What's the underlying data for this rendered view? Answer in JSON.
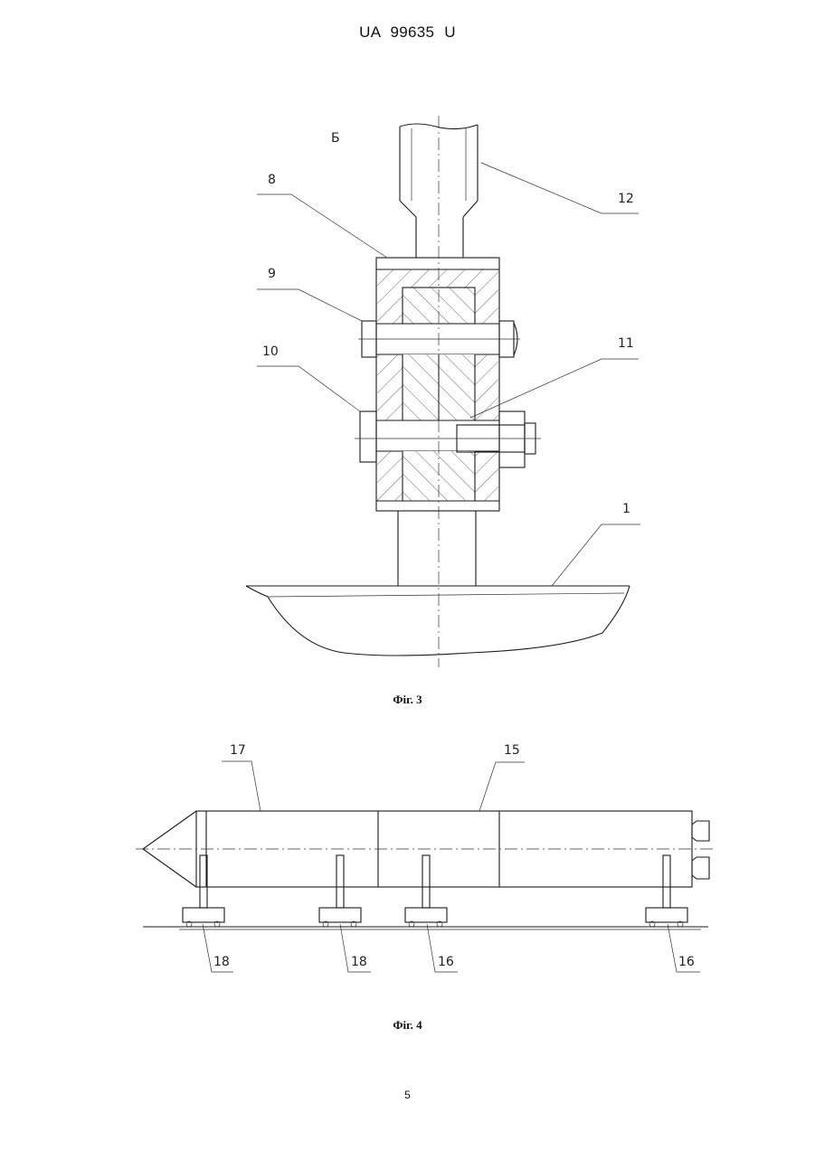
{
  "header": {
    "doc_id": "UA   99635   U"
  },
  "fig3": {
    "view_letter": "Б",
    "labels": {
      "l8": "8",
      "l9": "9",
      "l10": "10",
      "l11": "11",
      "l12": "12",
      "l1": "1"
    },
    "caption": "Фіг. 3"
  },
  "fig4": {
    "labels": {
      "l17": "17",
      "l15": "15",
      "l18a": "18",
      "l18b": "18",
      "l16a": "16",
      "l16b": "16"
    },
    "caption": "Фіг. 4"
  },
  "footer": {
    "page_number": "5"
  }
}
